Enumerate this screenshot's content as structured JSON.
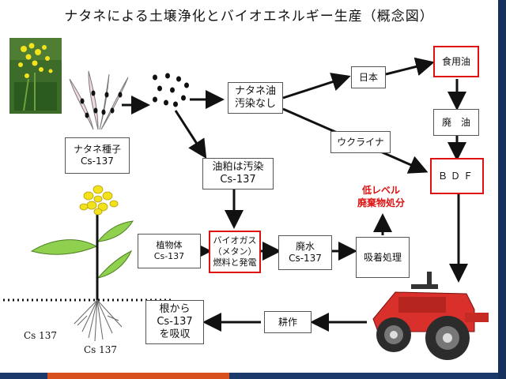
{
  "title": "ナタネによる土壌浄化とバイオエネルギー生産（概念図）",
  "boxes": {
    "seed": "ナタネ種子\nCs-137",
    "oil_clean": "ナタネ油\n汚染なし",
    "japan": "日本",
    "edible_oil": "食用油",
    "waste_oil": "廃　油",
    "ukraine": "ウクライナ",
    "bdf": "ＢＤＦ",
    "oilcake": "油粕は汚染\nCs-137",
    "plant_body": "植物体\nCs-137",
    "biogas": "バイオガス\n（メタン）\n燃料と発電",
    "wastewater": "廃水\nCs-137",
    "adsorption": "吸着処理",
    "absorb": "根から\nCs-137\nを吸収",
    "tillage": "耕作"
  },
  "low_level_waste": "低レベル\n廃棄物処分",
  "soil_labels": [
    "Cs 137",
    "Cs 137"
  ],
  "colors": {
    "accent_red": "#d11111",
    "arrow": "#111111",
    "leaf": "#8fd14f",
    "flower": "#f2e21a",
    "tractor": "#d9302c"
  }
}
